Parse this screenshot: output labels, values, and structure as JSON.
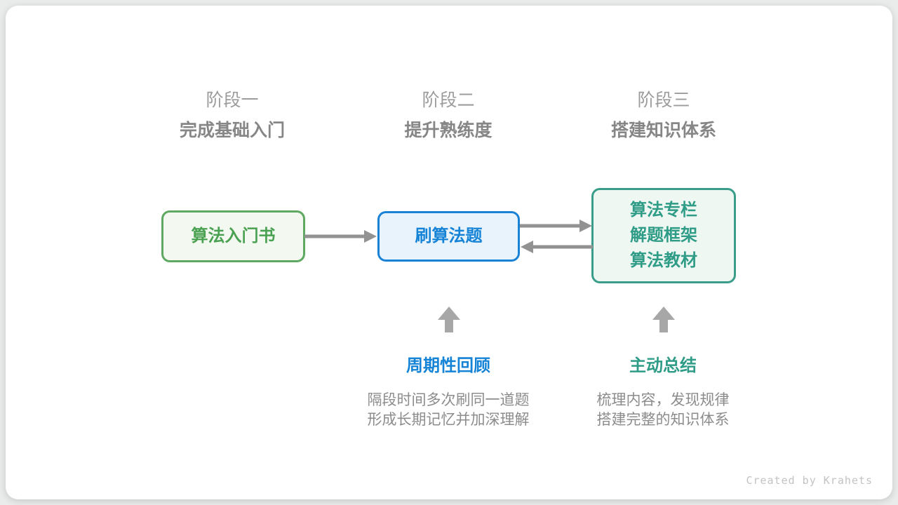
{
  "stages": [
    {
      "label": "阶段一",
      "subtitle": "完成基础入门"
    },
    {
      "label": "阶段二",
      "subtitle": "提升熟练度"
    },
    {
      "label": "阶段三",
      "subtitle": "搭建知识体系"
    }
  ],
  "nodes": {
    "intro_book": {
      "label": "算法入门书",
      "border_color": "#5ea861",
      "bg_color": "#f3f9f1",
      "text_color": "#4aa152"
    },
    "practice": {
      "label": "刷算法题",
      "border_color": "#1a82d6",
      "bg_color": "#e9f3fc",
      "text_color": "#1583d6"
    },
    "resources": {
      "lines": [
        "算法专栏",
        "解题框架",
        "算法教材"
      ],
      "border_color": "#3a9d8a",
      "bg_color": "#eff7f3",
      "text_color": "#2f9c87"
    }
  },
  "annotations": {
    "review": {
      "title": "周期性回顾",
      "title_color": "#1583d6",
      "desc_line1": "隔段时间多次刷同一道题",
      "desc_line2": "形成长期记忆并加深理解"
    },
    "summary": {
      "title": "主动总结",
      "title_color": "#2f9c87",
      "desc_line1": "梳理内容，发现规律",
      "desc_line2": "搭建完整的知识体系"
    }
  },
  "colors": {
    "horizontal_arrow": "#929292",
    "up_arrow": "#a7a7a7",
    "stage_label": "#9c9c9c",
    "stage_subtitle": "#868686",
    "description_text": "#8c8c8c",
    "card_bg": "#ffffff",
    "page_bg": "#eaebeb"
  },
  "footer": {
    "credit": "Created by Krahets"
  }
}
